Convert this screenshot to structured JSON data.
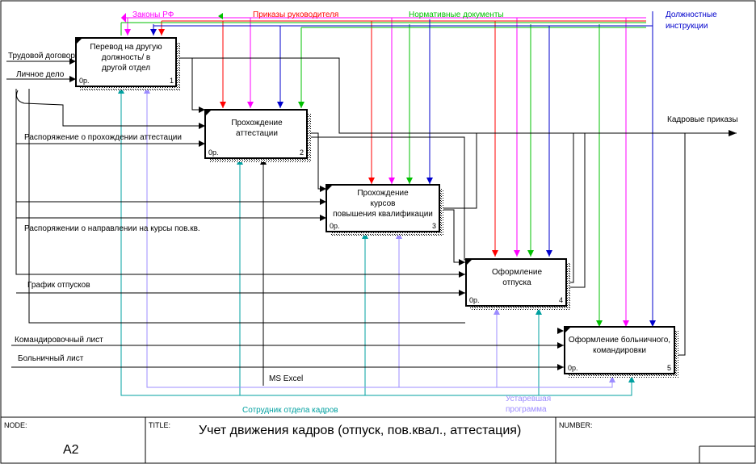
{
  "boxes": [
    {
      "title": [
        "Перевод на другую",
        "должность/ в",
        "другой отдел"
      ],
      "cost": "0р.",
      "number": "1"
    },
    {
      "title": [
        "Прохождение",
        "аттестации"
      ],
      "cost": "0р.",
      "number": "2"
    },
    {
      "title": [
        "Прохождение",
        "курсов",
        "повышения квалификации"
      ],
      "cost": "0р.",
      "number": "3"
    },
    {
      "title": [
        "Оформление",
        "отпуска"
      ],
      "cost": "0р.",
      "number": "4"
    },
    {
      "title": [
        "Оформление больничного,",
        "командировки"
      ],
      "cost": "0р.",
      "number": "5"
    }
  ],
  "controls": {
    "laws": "Законы РФ",
    "orders": "Приказы руководителя",
    "norms": "Нормативные документы",
    "instructions": [
      "Должностные",
      "инструкции"
    ]
  },
  "inputs": {
    "labor_contract": "Трудовой договор",
    "personal_file": "Личное дело",
    "attestation_order": "Распоряжение о прохождении аттестации",
    "courses_order": "Распоряжении о направлении на курсы пов.кв.",
    "vacation_schedule": "График отпусков",
    "travel_sheet": "Командировочный лист",
    "sick_sheet": "Больничный лист"
  },
  "outputs": {
    "hr_orders": "Кадровые приказы"
  },
  "mechanisms": {
    "excel": "MS Excel",
    "hr_employee": "Сотрудник отдела кадров",
    "outdated": [
      "Устаревшая",
      "программа"
    ]
  },
  "frame": {
    "node_label": "NODE:",
    "node_value": "A2",
    "title_label": "TITLE:",
    "title_value": "Учет движения кадров (отпуск, пов.квал., аттестация)",
    "number_label": "NUMBER:"
  },
  "colors": {
    "laws": "#ff00ff",
    "orders": "#ff0000",
    "norms": "#00c000",
    "instructions": "#0000cc",
    "hr_employee": "#00a0a0",
    "outdated": "#9c8cff"
  }
}
